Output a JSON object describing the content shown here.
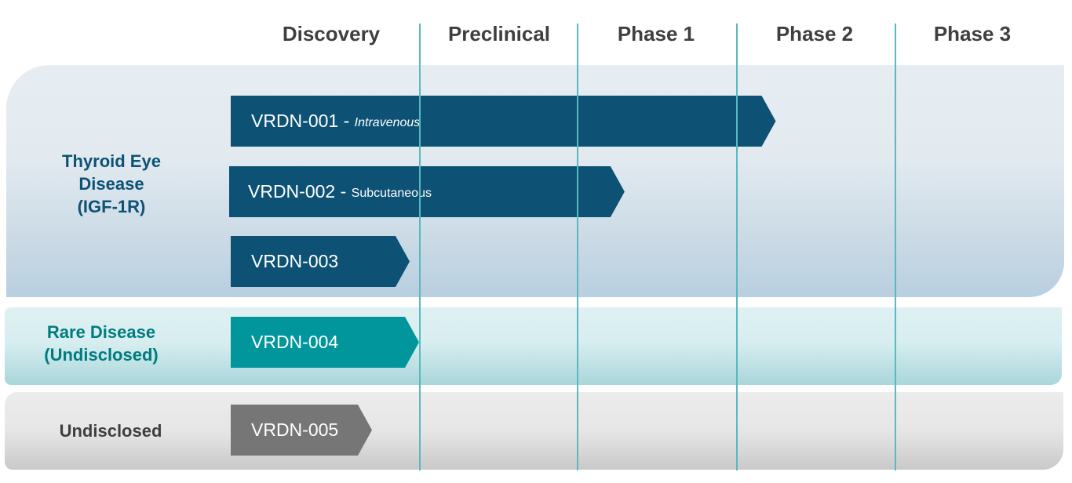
{
  "phases": [
    "Discovery",
    "Preclinical",
    "Phase 1",
    "Phase 2",
    "Phase 3"
  ],
  "categories": {
    "ted": {
      "lines": [
        "Thyroid Eye",
        "Disease",
        "(IGF-1R)"
      ]
    },
    "rare": {
      "lines": [
        "Rare Disease",
        "(Undisclosed)"
      ]
    },
    "undisclosed": {
      "lines": [
        "Undisclosed"
      ]
    }
  },
  "programs": [
    {
      "name": "VRDN-001",
      "separator": " - ",
      "route": "Intravenous",
      "stage_progress": 3.25,
      "color": "#0d5275"
    },
    {
      "name": "VRDN-002",
      "separator": " - ",
      "route": "Subcutaneous",
      "stage_progress": 2.3,
      "color": "#0d5275"
    },
    {
      "name": "VRDN-003",
      "stage_progress": 0.95,
      "color": "#0d5275"
    },
    {
      "name": "VRDN-004",
      "stage_progress": 1.0,
      "color": "#00969b"
    },
    {
      "name": "VRDN-005",
      "stage_progress": 0.75,
      "color": "#767676"
    }
  ],
  "colors": {
    "ted_label": "#0d5275",
    "rare_label": "#007c80",
    "undisclosed_label": "#3f3f3f",
    "stage_divider": "#5ab8c0"
  }
}
